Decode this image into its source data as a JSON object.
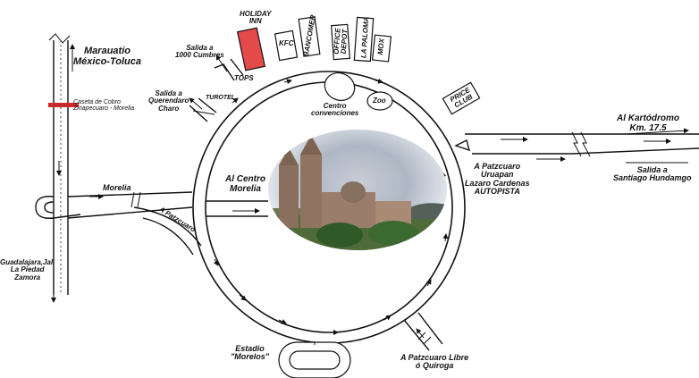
{
  "labels": {
    "holiday_inn": "HOLIDAY\nINN",
    "kfc": "KFC",
    "bancomer": "BANCOMER",
    "office_depot": "OFFICE\nDEPOT",
    "la_paloma": "LA PALOMA",
    "mox": "MOX",
    "maruatio": "Marauatio\nMéxico-Toluca",
    "caseta": "Caseta de Cobro\nZinapecuaro - Morelia",
    "salida_1000": "Salida a\n1000 Cumbres",
    "tops": "TOPS",
    "turotel": "TUROTEL",
    "salida_querendaro": "Salida a\nQuerendaro\nCharo",
    "centro_convenciones": "Centro\nconvenciones",
    "zoo": "Zoo",
    "price_club": "PRICE\nCLUB",
    "kartodromo": "Al Kartódromo\nKm. 17.5",
    "santiago": "Salida a\nSantiago Hundamgo",
    "centro_morelia": "Al Centro\nMorelia",
    "morelia": "Morelia",
    "a_patzcuaro": "A Patzcuaro",
    "patzcuaro_autopista": "A Patzcuaro\nUruapan\nLazaro Cardenas\nAUTOPISTA",
    "guadalajara": "Guadalajara,Jal.\nLa Piedad\nZamora",
    "estadio": "Estadio\n\"Morelos\"",
    "patzcuaro_libre": "A Patzcuaro Libre\nó Quiroga"
  },
  "colors": {
    "ink": "#111111",
    "holiday_inn": "#e44a4a",
    "caseta": "#cc2a2a",
    "background": "#ffffff"
  }
}
